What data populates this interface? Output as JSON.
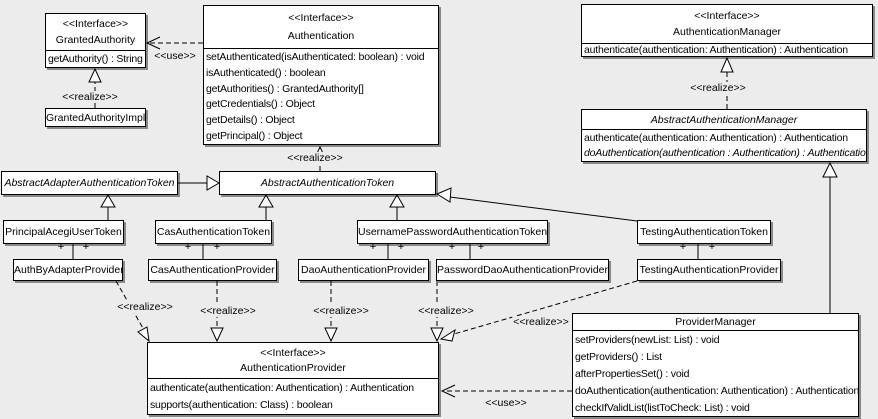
{
  "colors": {
    "background": "#ececec",
    "box_fill": "#ffffff",
    "line": "#000000"
  },
  "labels": {
    "use": "<<use>>",
    "realize": "<<realize>>",
    "plus": "+"
  },
  "classes": [
    {
      "name": "GrantedAuthority",
      "stereotype": "<<Interface>>",
      "methods": [
        "getAuthority() : String"
      ]
    },
    {
      "name": "GrantedAuthorityImpl"
    },
    {
      "name": "Authentication",
      "stereotype": "<<Interface>>",
      "methods": [
        "setAuthenticated(isAuthenticated: boolean) : void",
        "isAuthenticated() : boolean",
        "getAuthorities() : GrantedAuthority[]",
        "getCredentials() : Object",
        "getDetails() : Object",
        "getPrincipal() : Object"
      ]
    },
    {
      "name": "AuthenticationManager",
      "stereotype": "<<Interface>>",
      "methods": [
        "authenticate(authentication: Authentication) : Authentication"
      ]
    },
    {
      "name": "AbstractAuthenticationManager",
      "abstract": true,
      "methods": [
        "authenticate(authentication: Authentication) : Authentication",
        "doAuthentication(authentication : Authentication) : Authentication"
      ]
    },
    {
      "name": "AbstractAdapterAuthenticationToken",
      "abstract": true
    },
    {
      "name": "AbstractAuthenticationToken",
      "abstract": true
    },
    {
      "name": "PrincipalAcegiUserToken"
    },
    {
      "name": "CasAuthenticationToken"
    },
    {
      "name": "UsernamePasswordAuthenticationToken"
    },
    {
      "name": "TestingAuthenticationToken"
    },
    {
      "name": "AuthByAdapterProvider"
    },
    {
      "name": "CasAuthenticationProvider"
    },
    {
      "name": "DaoAuthenticationProvider"
    },
    {
      "name": "PasswordDaoAuthenticationProvider"
    },
    {
      "name": "TestingAuthenticationProvider"
    },
    {
      "name": "AuthenticationProvider",
      "stereotype": "<<Interface>>",
      "methods": [
        "authenticate(authentication: Authentication) : Authentication",
        "supports(authentication: Class) : boolean"
      ]
    },
    {
      "name": "ProviderManager",
      "methods": [
        "setProviders(newList: List) : void",
        "getProviders() : List",
        "afterPropertiesSet() : void",
        "doAuthentication(authentication: Authentication) : Authentication",
        "checkIfValidList(listToCheck: List) : void"
      ]
    }
  ],
  "relationships": [
    {
      "from": "Authentication",
      "to": "GrantedAuthority",
      "type": "use"
    },
    {
      "from": "GrantedAuthorityImpl",
      "to": "GrantedAuthority",
      "type": "realize"
    },
    {
      "from": "AbstractAuthenticationToken",
      "to": "Authentication",
      "type": "realize"
    },
    {
      "from": "AbstractAuthenticationManager",
      "to": "AuthenticationManager",
      "type": "realize"
    },
    {
      "from": "AbstractAdapterAuthenticationToken",
      "to": "AbstractAuthenticationToken",
      "type": "generalization"
    },
    {
      "from": "PrincipalAcegiUserToken",
      "to": "AbstractAdapterAuthenticationToken",
      "type": "generalization"
    },
    {
      "from": "CasAuthenticationToken",
      "to": "AbstractAuthenticationToken",
      "type": "generalization"
    },
    {
      "from": "UsernamePasswordAuthenticationToken",
      "to": "AbstractAuthenticationToken",
      "type": "generalization"
    },
    {
      "from": "TestingAuthenticationToken",
      "to": "AbstractAuthenticationToken",
      "type": "generalization"
    },
    {
      "from": "ProviderManager",
      "to": "AbstractAuthenticationManager",
      "type": "generalization"
    },
    {
      "from": "PrincipalAcegiUserToken",
      "to": "AuthByAdapterProvider",
      "type": "association",
      "end_labels": [
        "+",
        "+"
      ]
    },
    {
      "from": "CasAuthenticationToken",
      "to": "CasAuthenticationProvider",
      "type": "association",
      "end_labels": [
        "+",
        "+"
      ]
    },
    {
      "from": "UsernamePasswordAuthenticationToken",
      "to": "DaoAuthenticationProvider",
      "type": "association",
      "end_labels": [
        "+",
        "+"
      ]
    },
    {
      "from": "UsernamePasswordAuthenticationToken",
      "to": "PasswordDaoAuthenticationProvider",
      "type": "association",
      "end_labels": [
        "+",
        "+"
      ]
    },
    {
      "from": "TestingAuthenticationToken",
      "to": "TestingAuthenticationProvider",
      "type": "association",
      "end_labels": [
        "+",
        "+"
      ]
    },
    {
      "from": "AuthByAdapterProvider",
      "to": "AuthenticationProvider",
      "type": "realize"
    },
    {
      "from": "CasAuthenticationProvider",
      "to": "AuthenticationProvider",
      "type": "realize"
    },
    {
      "from": "DaoAuthenticationProvider",
      "to": "AuthenticationProvider",
      "type": "realize"
    },
    {
      "from": "PasswordDaoAuthenticationProvider",
      "to": "AuthenticationProvider",
      "type": "realize"
    },
    {
      "from": "TestingAuthenticationProvider",
      "to": "AuthenticationProvider",
      "type": "realize"
    },
    {
      "from": "ProviderManager",
      "to": "AuthenticationProvider",
      "type": "use"
    }
  ]
}
